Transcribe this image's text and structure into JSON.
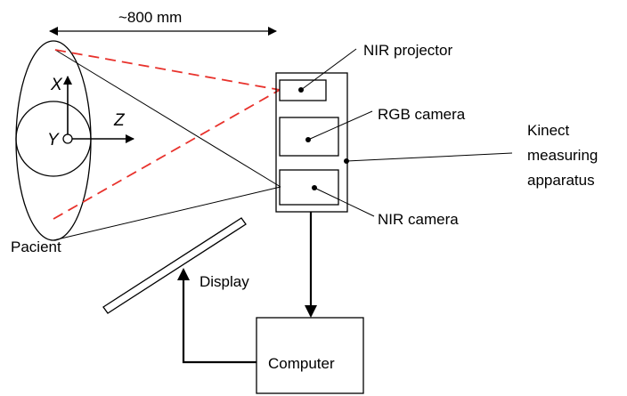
{
  "labels": {
    "distance": "~800 mm",
    "nir_projector": "NIR projector",
    "rgb_camera": "RGB camera",
    "kinect_line1": "Kinect",
    "kinect_line2": "measuring",
    "kinect_line3": "apparatus",
    "nir_camera": "NIR camera",
    "patient": "Pacient",
    "display": "Display",
    "computer": "Computer",
    "axis_x": "X",
    "axis_y": "Y",
    "axis_z": "Z"
  },
  "colors": {
    "stroke": "#000000",
    "projection_dashed": "#e8322c",
    "background": "#ffffff"
  }
}
